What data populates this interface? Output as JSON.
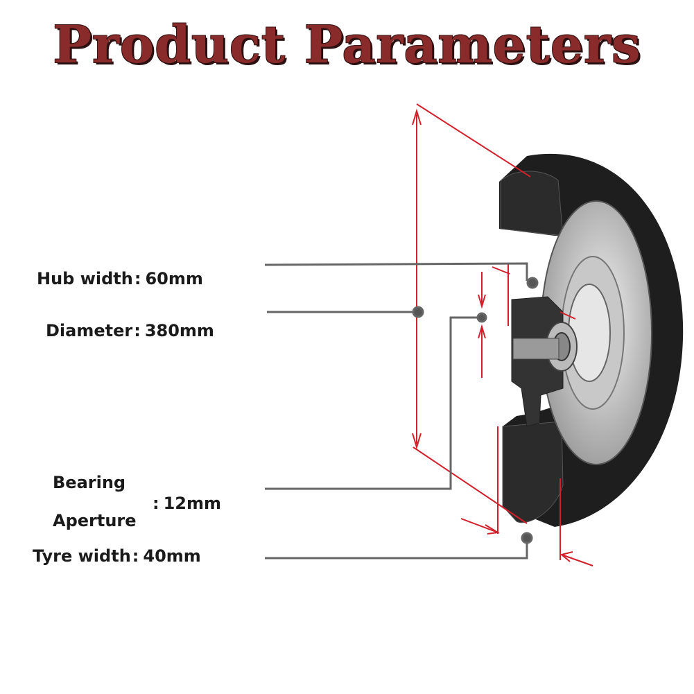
{
  "title": "Product Parameters",
  "parameters": [
    {
      "name": "Hub width",
      "sep": ":",
      "value": "60mm"
    },
    {
      "name": "Diameter",
      "sep": ":",
      "value": "380mm"
    },
    {
      "name_line1": "Bearing",
      "name_line2": "Aperture",
      "sep": ":",
      "value": "12mm"
    },
    {
      "name": "Tyre width",
      "sep": ":",
      "value": "40mm"
    }
  ],
  "colors": {
    "title": "#8a2b2b",
    "dimension_lines": "#d21f2a",
    "leader_lines": "#666666",
    "tyre": "#1e1e1e",
    "hub": "#d9d9d9"
  }
}
